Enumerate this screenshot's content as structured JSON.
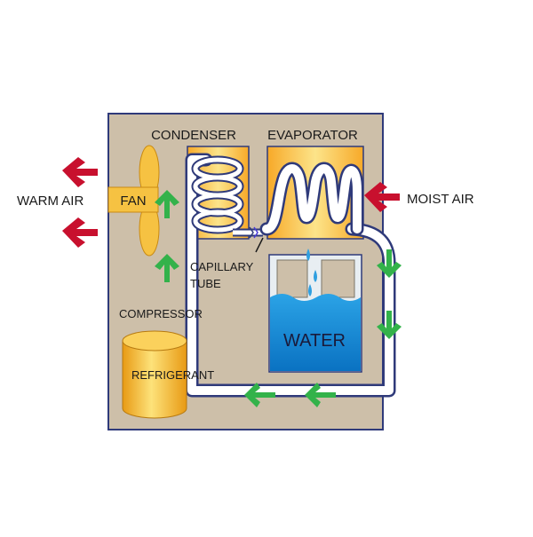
{
  "labels": {
    "condenser": "CONDENSER",
    "evaporator": "EVAPORATOR",
    "warm_air": "WARM AIR",
    "fan": "FAN",
    "moist_air": "MOIST AIR",
    "capillary_line1": "CAPILLARY",
    "capillary_line2": "TUBE",
    "compressor": "COMPRESSOR",
    "water": "WATER",
    "refrigerant": "REFRIGERANT"
  },
  "colors": {
    "cabinet_fill": "#cdbfa9",
    "cabinet_stroke": "#2f3a7a",
    "coil_box": "#f6c242",
    "tube_outline": "#2f3a7a",
    "tube_fill": "#ffffff",
    "water": "#0b86cf",
    "warm_air_arrow": "#c8102e",
    "moist_air_arrow": "#c8102e",
    "flow_arrow": "#33b24a",
    "compressor_tank": "#f7c13a",
    "text": "#1a1a1a",
    "water_text": "#1a1a3a"
  }
}
